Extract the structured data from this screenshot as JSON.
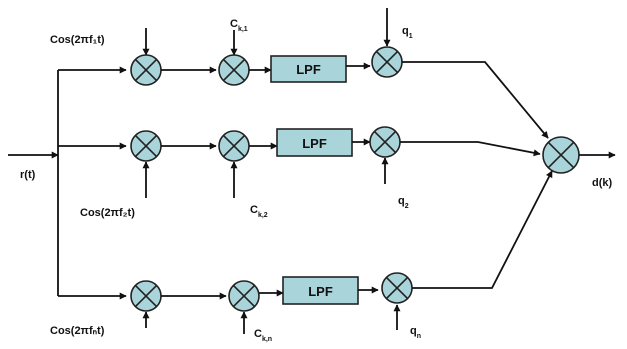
{
  "diagram": {
    "input_label": "r(t)",
    "output_label": "d(k)",
    "block_label": "LPF",
    "branches": [
      {
        "carrier_label": "Cos(2πf₁t)",
        "code_label": "C",
        "code_sub": "k,1",
        "weight_label": "q",
        "weight_sub": "1"
      },
      {
        "carrier_label": "Cos(2πf₂t)",
        "code_label": "C",
        "code_sub": "k,2",
        "weight_label": "q",
        "weight_sub": "2"
      },
      {
        "carrier_label": "Cos(2πfₙt)",
        "code_label": "C",
        "code_sub": "k,n",
        "weight_label": "q",
        "weight_sub": "n"
      }
    ]
  }
}
